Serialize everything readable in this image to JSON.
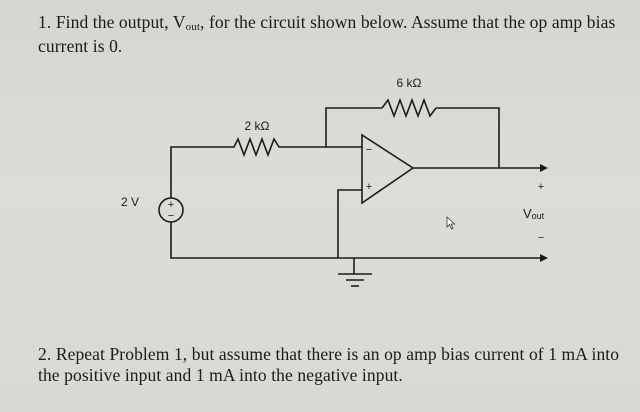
{
  "problem1": {
    "number": "1.",
    "text_a": "Find the output, V",
    "text_sub": "out",
    "text_b": ", for the circuit shown below. Assume that the op amp bias current is 0."
  },
  "circuit": {
    "source_label": "2 V",
    "source_plus": "+",
    "source_minus": "−",
    "r_in_label": "2 kΩ",
    "r_fb_label": "6 kΩ",
    "opamp_minus": "−",
    "opamp_plus": "+",
    "vout_plus": "+",
    "vout_label_main": "V",
    "vout_label_sub": "out",
    "vout_minus": "−"
  },
  "problem2": {
    "number": "2.",
    "text": "Repeat Problem 1, but assume that there is an op amp bias current of 1 mA into the positive input and 1 mA into the negative input."
  },
  "colors": {
    "ink": "#1b1b1b",
    "paper": "#d6d7d1"
  }
}
